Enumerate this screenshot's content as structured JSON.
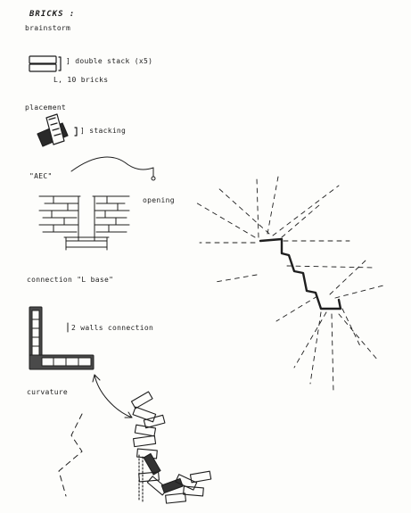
{
  "sheet": {
    "title": "BRICKS :",
    "subtitle": "brainstorm"
  },
  "labels": {
    "double_stack": "] double stack (x5)",
    "bricks_count": "L, 10 bricks",
    "placement": "placement",
    "stacking": "] stacking",
    "aec": "\"AEC\"",
    "opening": "opening",
    "connection": "connection \"L base\"",
    "walls_connection": "2 walls connection",
    "curvature": "curvature"
  },
  "colors": {
    "ink": "#1e1e1e",
    "paper": "#fdfdfb"
  }
}
